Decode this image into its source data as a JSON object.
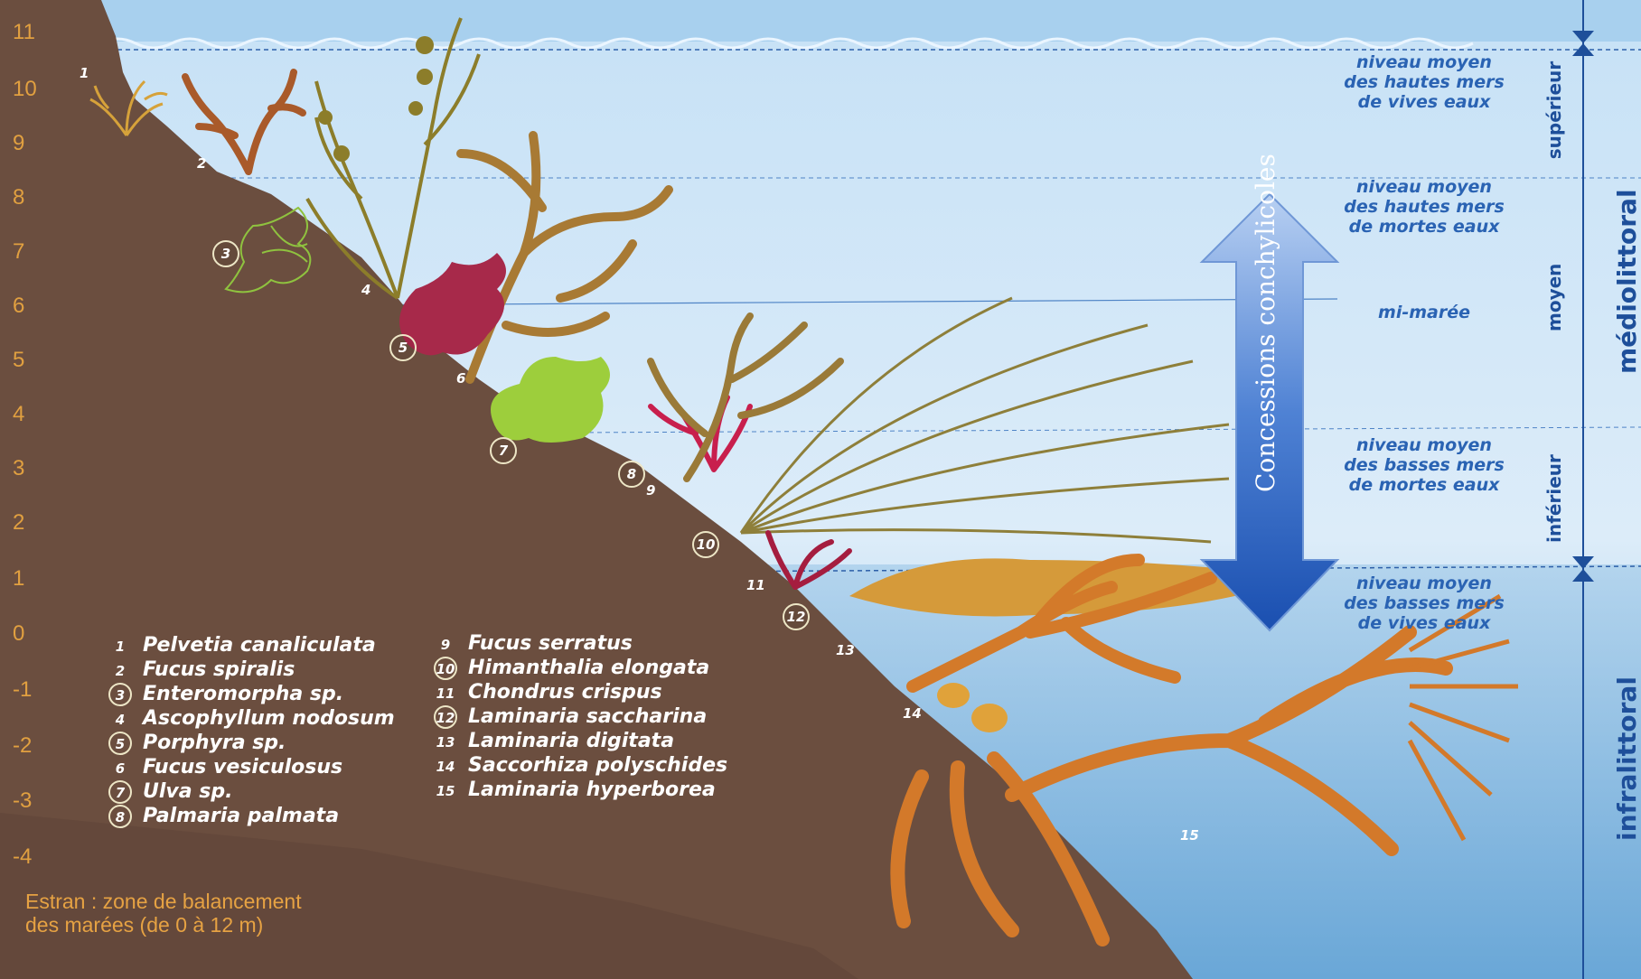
{
  "colors": {
    "sky": "#bcdaf2",
    "sea_light": "#d6e9f8",
    "sea_deep": "#7fb6df",
    "rock": "#6b4e3f",
    "rock_dark": "#5a4034",
    "scale_text": "#e1a040",
    "level_text": "#2a63b3",
    "arrow_top": "#a9c6ee",
    "arrow_bottom": "#1f56b8",
    "kelp": "#d37a2a",
    "fucus": "#8a6a2a",
    "red_algae": "#c21e4b",
    "green_algae": "#9ccc3a"
  },
  "scale": {
    "labels": [
      "11",
      "10",
      "9",
      "8",
      "7",
      "6",
      "5",
      "4",
      "3",
      "2",
      "1",
      "0",
      "-1",
      "-2",
      "-3",
      "-4"
    ]
  },
  "levels": [
    {
      "lines": [
        "niveau moyen",
        "des hautes mers",
        "de vives eaux"
      ]
    },
    {
      "lines": [
        "niveau moyen",
        "des hautes mers",
        "de mortes eaux"
      ]
    },
    {
      "lines": [
        "mi-marée"
      ]
    },
    {
      "lines": [
        "niveau moyen",
        "des basses mers",
        "de mortes eaux"
      ]
    },
    {
      "lines": [
        "niveau moyen",
        "des basses mers",
        "de vives eaux"
      ]
    }
  ],
  "zones": {
    "superieur": "supérieur",
    "moyen": "moyen",
    "inferieur": "inférieur",
    "mediolittoral": "médiolittoral",
    "infralittoral": "infralittoral"
  },
  "arrow_label": "Concessions conchylicoles",
  "legend": [
    {
      "num": "1",
      "name": "Pelvetia canaliculata",
      "circled": false
    },
    {
      "num": "2",
      "name": "Fucus spiralis",
      "circled": false
    },
    {
      "num": "3",
      "name": "Enteromorpha sp.",
      "circled": true
    },
    {
      "num": "4",
      "name": "Ascophyllum nodosum",
      "circled": false
    },
    {
      "num": "5",
      "name": "Porphyra sp.",
      "circled": true
    },
    {
      "num": "6",
      "name": "Fucus vesiculosus",
      "circled": false
    },
    {
      "num": "7",
      "name": "Ulva sp.",
      "circled": true
    },
    {
      "num": "8",
      "name": "Palmaria palmata",
      "circled": true
    },
    {
      "num": "9",
      "name": "Fucus serratus",
      "circled": false
    },
    {
      "num": "10",
      "name": "Himanthalia elongata",
      "circled": true
    },
    {
      "num": "11",
      "name": "Chondrus crispus",
      "circled": false
    },
    {
      "num": "12",
      "name": "Laminaria saccharina",
      "circled": true
    },
    {
      "num": "13",
      "name": "Laminaria digitata",
      "circled": false
    },
    {
      "num": "14",
      "name": "Saccorhiza polyschides",
      "circled": false
    },
    {
      "num": "15",
      "name": "Laminaria hyperborea",
      "circled": false
    }
  ],
  "markers": [
    "1",
    "2",
    "3",
    "4",
    "5",
    "6",
    "7",
    "8",
    "9",
    "10",
    "11",
    "12",
    "13",
    "14",
    "15"
  ],
  "estran": [
    "Estran : zone de balancement",
    "des marées (de 0 à 12 m)"
  ]
}
